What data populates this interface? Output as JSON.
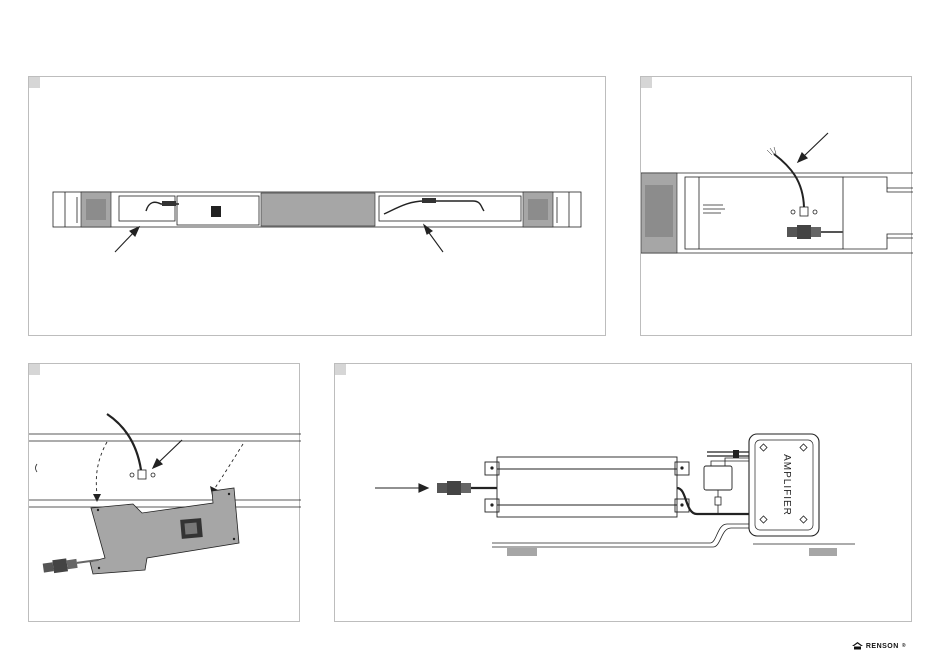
{
  "panels": [
    {
      "id": "p1",
      "marker": ""
    },
    {
      "id": "p2",
      "marker": ""
    },
    {
      "id": "p3",
      "marker": ""
    },
    {
      "id": "p4",
      "marker": ""
    }
  ],
  "amplifier": {
    "label": "AMPLIFIER"
  },
  "brand": {
    "name": "RENSON",
    "mark": "®",
    "icon": "renson-logo-icon"
  },
  "colors": {
    "frame": "#bdbdbd",
    "marker": "#d6d6d6",
    "fill_gray": "#a6a6a6",
    "dark_gray": "#8c8c8c",
    "line": "#222222"
  }
}
